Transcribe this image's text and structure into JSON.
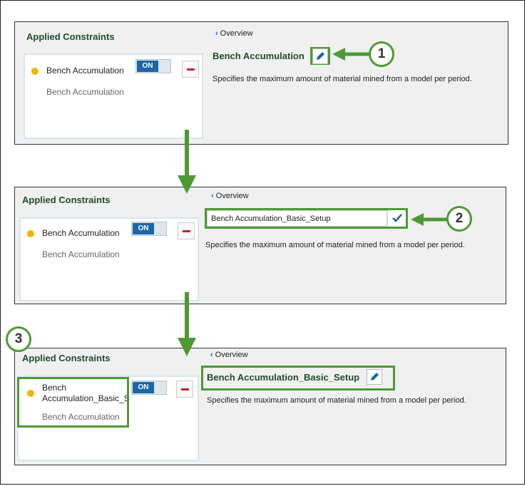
{
  "panels": [
    {
      "title": "Applied Constraints",
      "constraint_name": "Bench Accumulation",
      "constraint_sub": "Bench Accumulation",
      "toggle": "ON",
      "overview": "Overview",
      "detail_title": "Bench Accumulation",
      "description": "Specifies the maximum amount of material mined from a model per period.",
      "callout": "1"
    },
    {
      "title": "Applied Constraints",
      "constraint_name": "Bench Accumulation",
      "constraint_sub": "Bench Accumulation",
      "toggle": "ON",
      "overview": "Overview",
      "input_value": "Bench Accumulation_Basic_Setup",
      "description": "Specifies the maximum amount of material mined from a model per period.",
      "callout": "2"
    },
    {
      "title": "Applied Constraints",
      "constraint_name_line1": "Bench",
      "constraint_name_line2": "Accumulation_Basic_S",
      "constraint_sub": "Bench Accumulation",
      "toggle": "ON",
      "overview": "Overview",
      "detail_title": "Bench Accumulation_Basic_Setup",
      "description": "Specifies the maximum amount of material mined from a model per period.",
      "callout": "3"
    }
  ],
  "colors": {
    "accent_green": "#4d9a35",
    "title_green": "#1e4d2b",
    "toggle_blue": "#1b66a6",
    "remove_red": "#cc1f2f",
    "status_dot": "#f2b600"
  },
  "icons": {
    "edit": "pencil-icon",
    "confirm": "checkmark-icon",
    "remove": "minus-icon",
    "back": "chevron-left-icon"
  }
}
